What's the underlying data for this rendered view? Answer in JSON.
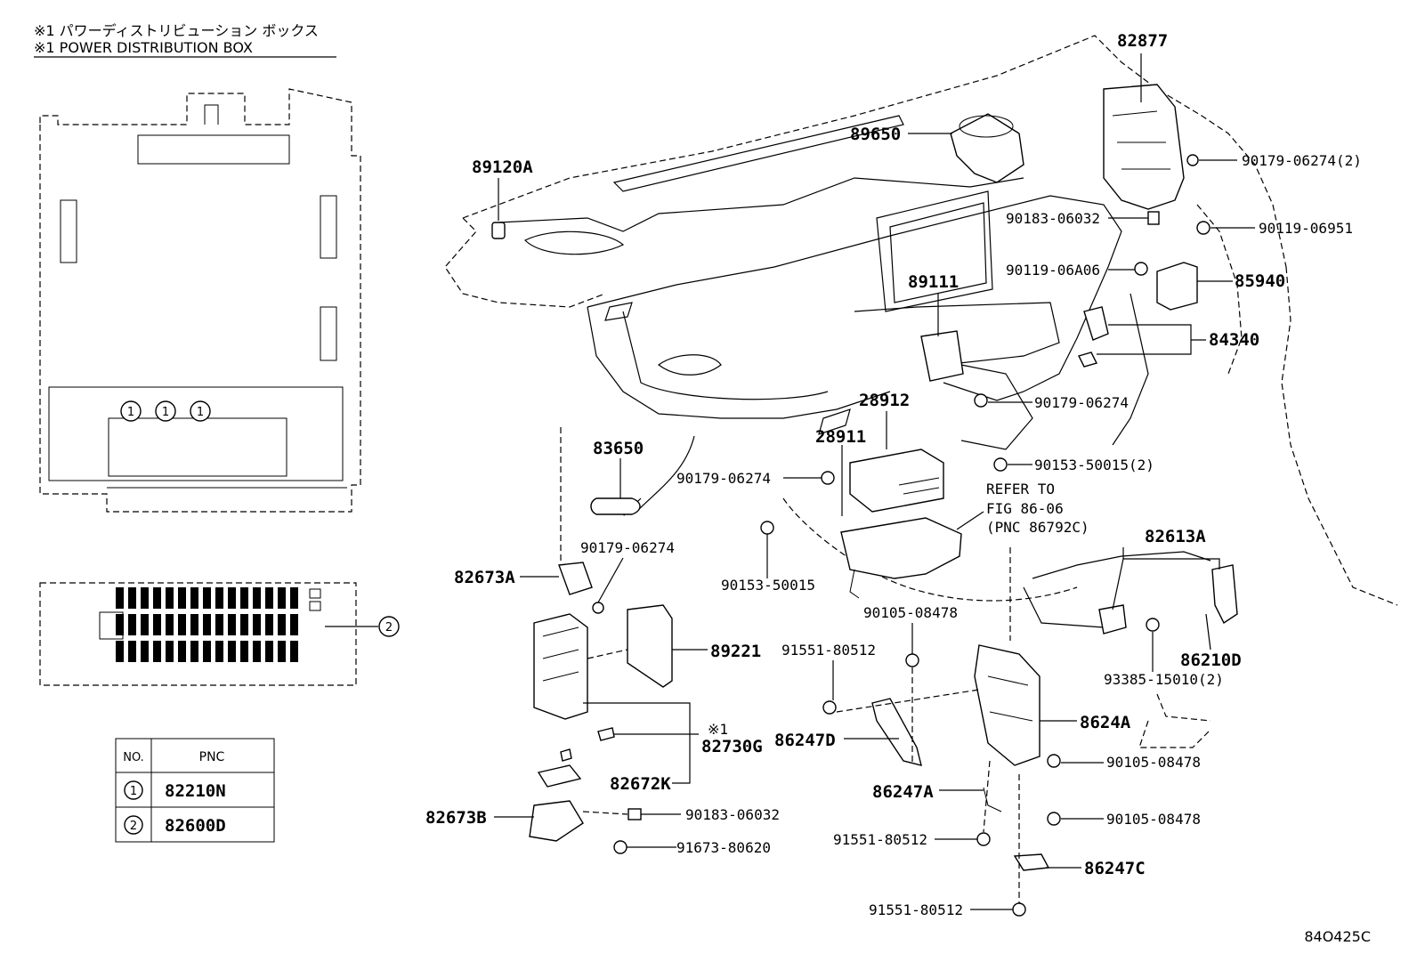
{
  "header": {
    "note_ja": "※1 パワーディストリビューション ボックス",
    "note_en": "※1 POWER DISTRIBUTION BOX"
  },
  "pnc_table": {
    "col_no": "NO.",
    "col_pnc": "PNC",
    "rows": [
      {
        "no": "1",
        "pnc": "82210N"
      },
      {
        "no": "2",
        "pnc": "82600D"
      }
    ]
  },
  "callouts": {
    "c1": "1",
    "c2": "2",
    "ref": "※1"
  },
  "refer": {
    "l1": "REFER TO",
    "l2": "FIG 86-06",
    "l3": "(PNC 86792C)"
  },
  "parts": [
    {
      "id": "p82877",
      "label": "82877"
    },
    {
      "id": "p89650",
      "label": "89650"
    },
    {
      "id": "p89120A",
      "label": "89120A"
    },
    {
      "id": "p90179a",
      "label": "90179-06274(2)"
    },
    {
      "id": "p90183a",
      "label": "90183-06032"
    },
    {
      "id": "p90119a",
      "label": "90119-06951"
    },
    {
      "id": "p90119b",
      "label": "90119-06A06"
    },
    {
      "id": "p85940",
      "label": "85940"
    },
    {
      "id": "p89111",
      "label": "89111"
    },
    {
      "id": "p84340",
      "label": "84340"
    },
    {
      "id": "p28912",
      "label": "28912"
    },
    {
      "id": "p90179b",
      "label": "90179-06274"
    },
    {
      "id": "p28911",
      "label": "28911"
    },
    {
      "id": "p83650",
      "label": "83650"
    },
    {
      "id": "p90153a",
      "label": "90153-50015(2)"
    },
    {
      "id": "p90179c",
      "label": "90179-06274"
    },
    {
      "id": "p90179d",
      "label": "90179-06274"
    },
    {
      "id": "p90153b",
      "label": "90153-50015"
    },
    {
      "id": "p82613A",
      "label": "82613A"
    },
    {
      "id": "p82673A",
      "label": "82673A"
    },
    {
      "id": "p90105a",
      "label": "90105-08478"
    },
    {
      "id": "p89221",
      "label": "89221"
    },
    {
      "id": "p91551a",
      "label": "91551-80512"
    },
    {
      "id": "p86210D",
      "label": "86210D"
    },
    {
      "id": "p93385",
      "label": "93385-15010(2)"
    },
    {
      "id": "p86247D",
      "label": "86247D"
    },
    {
      "id": "p8624A",
      "label": "8624A"
    },
    {
      "id": "p82730G",
      "label": "82730G"
    },
    {
      "id": "p90105b",
      "label": "90105-08478"
    },
    {
      "id": "p82672K",
      "label": "82672K"
    },
    {
      "id": "p86247A",
      "label": "86247A"
    },
    {
      "id": "p82673B",
      "label": "82673B"
    },
    {
      "id": "p90183b",
      "label": "90183-06032"
    },
    {
      "id": "p90105c",
      "label": "90105-08478"
    },
    {
      "id": "p91551b",
      "label": "91551-80512"
    },
    {
      "id": "p91673",
      "label": "91673-80620"
    },
    {
      "id": "p86247C",
      "label": "86247C"
    },
    {
      "id": "p91551c",
      "label": "91551-80512"
    }
  ],
  "figure_code": "84O425C"
}
